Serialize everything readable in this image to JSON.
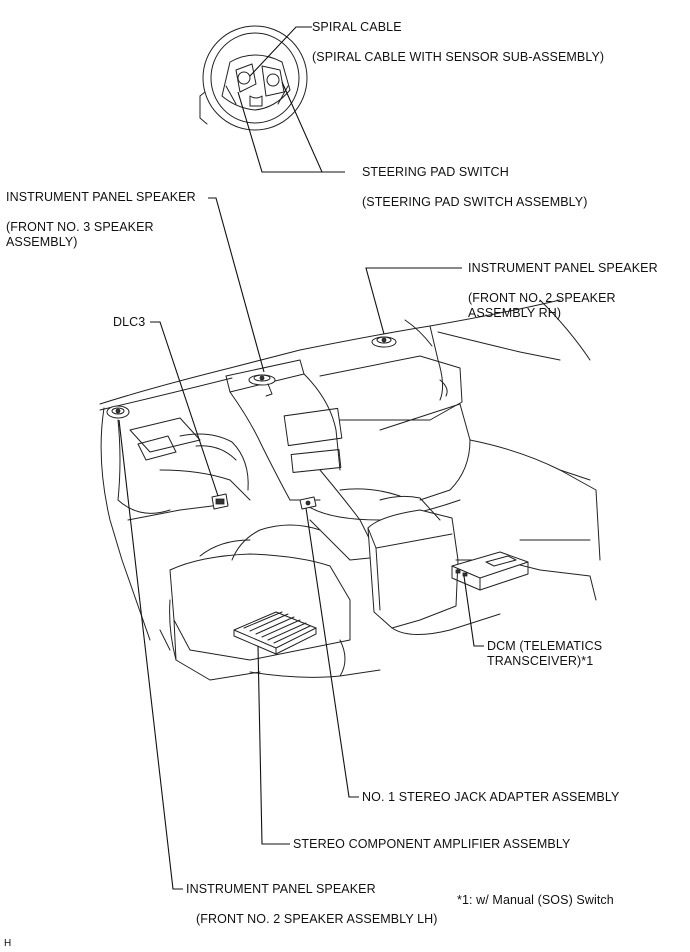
{
  "labels": {
    "spiral_cable": "SPIRAL CABLE",
    "spiral_cable_sub": "(SPIRAL CABLE WITH SENSOR SUB-ASSEMBLY)",
    "steering_pad_switch": "STEERING PAD SWITCH",
    "steering_pad_switch_sub": "(STEERING PAD SWITCH ASSEMBLY)",
    "ip_speaker_no3": "INSTRUMENT PANEL SPEAKER",
    "ip_speaker_no3_sub_1": "(FRONT NO. 3 SPEAKER",
    "ip_speaker_no3_sub_2": "ASSEMBLY)",
    "ip_speaker_rh": "INSTRUMENT PANEL SPEAKER",
    "ip_speaker_rh_sub_1": "(FRONT NO. 2 SPEAKER",
    "ip_speaker_rh_sub_2": "ASSEMBLY RH)",
    "dlc3": "DLC3",
    "dcm_1": "DCM (TELEMATICS",
    "dcm_2": "TRANSCEIVER)*1",
    "stereo_jack": "NO. 1 STEREO JACK ADAPTER ASSEMBLY",
    "amplifier": "STEREO COMPONENT AMPLIFIER ASSEMBLY",
    "ip_speaker_lh": "INSTRUMENT PANEL SPEAKER",
    "ip_speaker_lh_sub": "(FRONT NO. 2 SPEAKER ASSEMBLY LH)",
    "footnote": "*1: w/ Manual (SOS) Switch",
    "corner_mark": "H"
  }
}
